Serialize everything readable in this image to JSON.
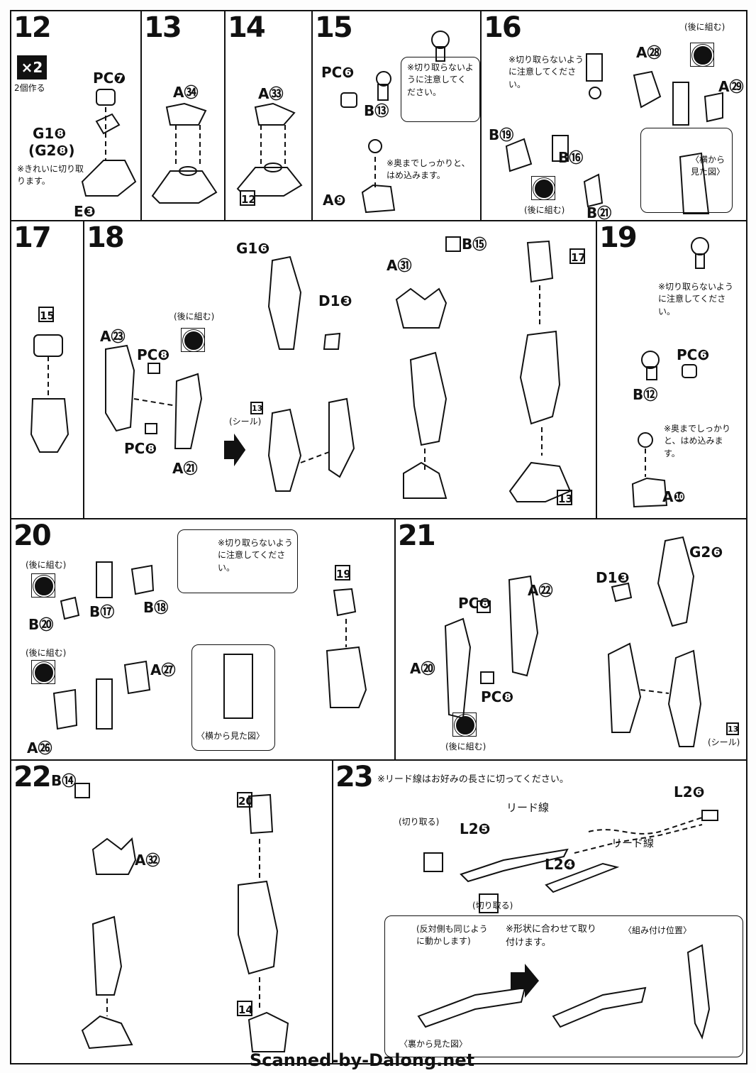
{
  "steps": {
    "s12": {
      "num": "12",
      "multiplier": "×2",
      "multiplier_note": "2個作る",
      "labels": [
        "PC❼",
        "G1❽",
        "(G2❽)",
        "E❸"
      ],
      "note": "※きれいに切り取ります。"
    },
    "s13": {
      "num": "13",
      "labels": [
        "A㉞"
      ]
    },
    "s14": {
      "num": "14",
      "labels": [
        "A㉝"
      ],
      "ref": "12"
    },
    "s15": {
      "num": "15",
      "labels": [
        "PC❻",
        "B⑬",
        "A❾"
      ],
      "warn": "※切り取らないように注意してください。",
      "note": "※奥までしっかりと、はめ込みます。"
    },
    "s16": {
      "num": "16",
      "labels": [
        "A㉘",
        "A㉙",
        "B⑲",
        "B⑯",
        "B㉑"
      ],
      "warn": "※切り取らないように注意してください。",
      "later": "(後に組む)",
      "side_view": "〈横から見た図〉"
    },
    "s17": {
      "num": "17",
      "ref": "15"
    },
    "s18": {
      "num": "18",
      "labels": [
        "A㉓",
        "PC❽",
        "PC❽",
        "A㉑",
        "G1❻",
        "D1❸",
        "A㉛",
        "B⑮"
      ],
      "later": "(後に組む)",
      "sticker_ref": "13",
      "sticker": "(シール)",
      "ref17": "17",
      "ref13": "13"
    },
    "s19": {
      "num": "19",
      "labels": [
        "PC❻",
        "B⑫",
        "A❿"
      ],
      "warn": "※切り取らないように注意してください。",
      "note": "※奥までしっかりと、はめ込みます。"
    },
    "s20": {
      "num": "20",
      "labels": [
        "B⑳",
        "B⑰",
        "B⑱",
        "A㉖",
        "A㉗"
      ],
      "later": "(後に組む)",
      "warn": "※切り取らないように注意してください。",
      "side_view": "〈横から見た図〉",
      "ref": "19"
    },
    "s21": {
      "num": "21",
      "labels": [
        "A㉒",
        "PC❽",
        "PC❽",
        "A⑳",
        "G2❻",
        "D1❸"
      ],
      "later": "(後に組む)",
      "sticker_ref": "13",
      "sticker": "(シール)"
    },
    "s22": {
      "num": "22",
      "labels": [
        "B⑭",
        "A㉜"
      ],
      "ref20": "20",
      "ref14": "14"
    },
    "s23": {
      "num": "23",
      "note": "※リード線はお好みの長さに切ってください。",
      "labels": [
        "L2❻",
        "L2❺",
        "L2❹"
      ],
      "lead": "リード線",
      "cut": "(切り取る)",
      "mirror_note": "(反対側も同じように動かします)",
      "shape_note": "※形状に合わせて取り付けます。",
      "back_view": "〈裏から見た図〉",
      "position": "〈組み付け位置〉"
    }
  },
  "footer": "Scanned-by-Dalong.net"
}
